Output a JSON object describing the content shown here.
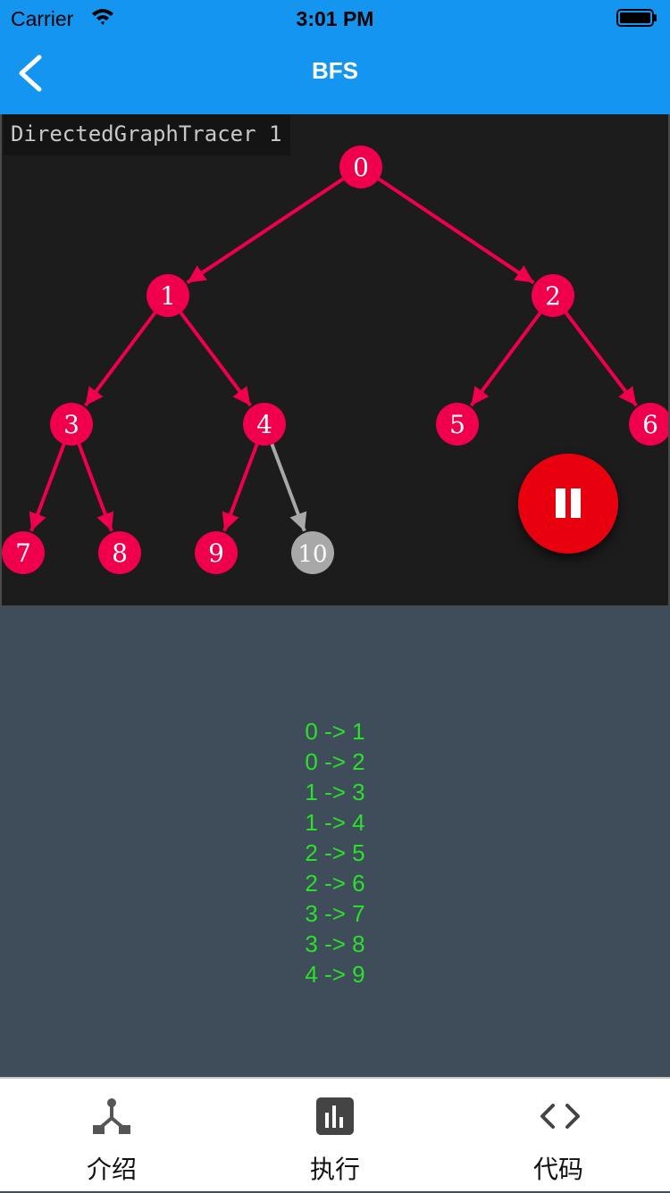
{
  "status_bar": {
    "carrier": "Carrier",
    "time": "3:01 PM"
  },
  "nav": {
    "title": "BFS"
  },
  "tracer": {
    "title": "DirectedGraphTracer 1",
    "node_color": "#f0004c",
    "node_inactive_color": "#a8a8a8",
    "edge_active_color": "#f0004c",
    "edge_inactive_color": "#a8a8a8",
    "nodes": [
      {
        "id": "0",
        "label": "0",
        "state": "visited"
      },
      {
        "id": "1",
        "label": "1",
        "state": "visited"
      },
      {
        "id": "2",
        "label": "2",
        "state": "visited"
      },
      {
        "id": "3",
        "label": "3",
        "state": "visited"
      },
      {
        "id": "4",
        "label": "4",
        "state": "visited"
      },
      {
        "id": "5",
        "label": "5",
        "state": "visited"
      },
      {
        "id": "6",
        "label": "6",
        "state": "visited"
      },
      {
        "id": "7",
        "label": "7",
        "state": "visited"
      },
      {
        "id": "8",
        "label": "8",
        "state": "visited"
      },
      {
        "id": "9",
        "label": "9",
        "state": "visited"
      },
      {
        "id": "10",
        "label": "10",
        "state": "unvisited"
      }
    ],
    "edges": [
      {
        "from": "0",
        "to": "1",
        "state": "visited"
      },
      {
        "from": "0",
        "to": "2",
        "state": "visited"
      },
      {
        "from": "1",
        "to": "3",
        "state": "visited"
      },
      {
        "from": "1",
        "to": "4",
        "state": "visited"
      },
      {
        "from": "2",
        "to": "5",
        "state": "visited"
      },
      {
        "from": "2",
        "to": "6",
        "state": "visited"
      },
      {
        "from": "3",
        "to": "7",
        "state": "visited"
      },
      {
        "from": "3",
        "to": "8",
        "state": "visited"
      },
      {
        "from": "4",
        "to": "9",
        "state": "visited"
      },
      {
        "from": "4",
        "to": "10",
        "state": "unvisited"
      }
    ],
    "control_icon": "pause-icon"
  },
  "log": {
    "lines": [
      "0 -> 1",
      "0 -> 2",
      "1 -> 3",
      "1 -> 4",
      "2 -> 5",
      "2 -> 6",
      "3 -> 7",
      "3 -> 8",
      "4 -> 9"
    ],
    "color": "#2ae02a"
  },
  "tabs": [
    {
      "label": "介绍",
      "icon": "intro-graph-icon"
    },
    {
      "label": "执行",
      "icon": "chart-bars-icon"
    },
    {
      "label": "代码",
      "icon": "code-brackets-icon"
    }
  ],
  "theme": {
    "primary": "#1496f0",
    "panel_bg": "#3f4d5b",
    "accent": "#e8000f"
  }
}
